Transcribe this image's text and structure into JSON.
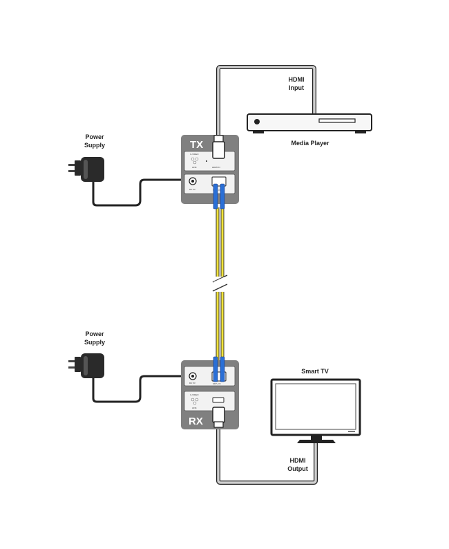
{
  "labels": {
    "hdmi_input": [
      "HDMI",
      "Input"
    ],
    "media_player": "Media Player",
    "power_supply_top": [
      "Power",
      "Supply"
    ],
    "power_supply_bottom": [
      "Power",
      "Supply"
    ],
    "smart_tv": "Smart TV",
    "hdmi_output": [
      "HDMI",
      "Output"
    ]
  },
  "tx": {
    "title": "TX",
    "top_panel": [
      "C-VIDEO",
      "LINK",
      "HDMI IN"
    ],
    "bottom_panel": [
      "DC 5V",
      "SFP+ IN"
    ]
  },
  "rx": {
    "title": "RX",
    "top_panel": [
      "DC 5V",
      "SFP+ IN"
    ],
    "bottom_panel": [
      "C-VIDEO",
      "LINK"
    ]
  },
  "colors": {
    "unit_body": "#808080",
    "fiber": "#f0e23a",
    "fiber_connector": "#2a6fd6",
    "cable": "#222222",
    "hdmi_cable": "#c8c8c8"
  }
}
